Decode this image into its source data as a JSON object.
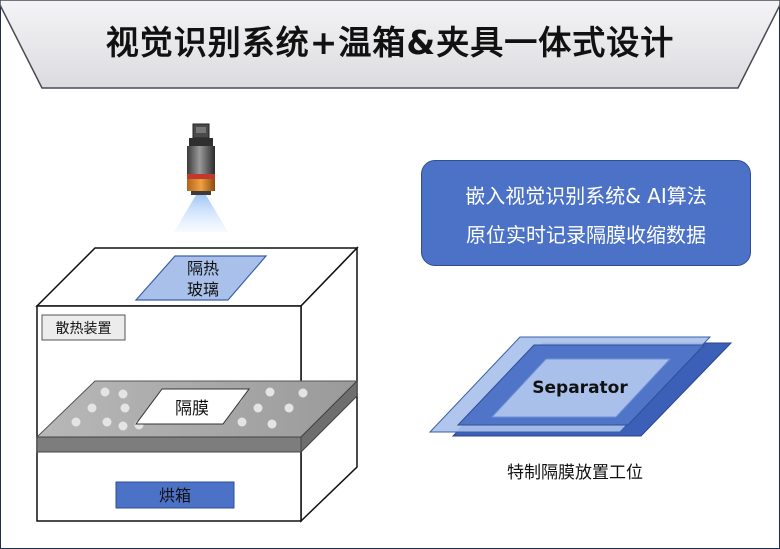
{
  "title": "视觉识别系统+温箱&夹具一体式设计",
  "labels": {
    "glass_line1": "隔热",
    "glass_line2": "玻璃",
    "heat_dissipation": "散热装置",
    "membrane": "隔膜",
    "oven": "烘箱",
    "separator": "Separator",
    "separator_station": "特制隔膜放置工位"
  },
  "info_box": {
    "line1": "嵌入视觉识别系统& AI算法",
    "line2": "原位实时记录隔膜收缩数据"
  },
  "icons": [
    "camera-icon"
  ],
  "colors": {
    "accent_blue": "#4b72c7",
    "dark_blue": "#3355b0",
    "light_blue": "#a9c1ea",
    "header_gray": "#ececee",
    "tray_gray": "#a8a8a8"
  }
}
